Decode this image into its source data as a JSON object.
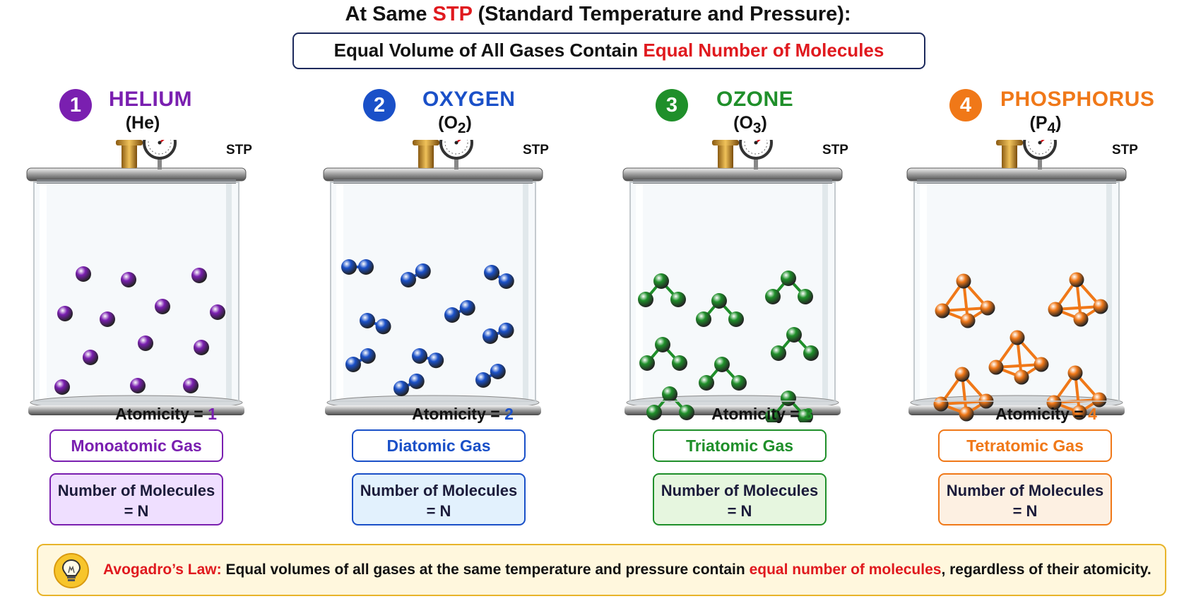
{
  "header": {
    "title_pre": "At Same ",
    "title_highlight": "STP",
    "title_post": " (Standard Temperature and Pressure):",
    "subtitle_pre": "Equal Volume of All Gases Contain ",
    "subtitle_highlight": "Equal Number of Molecules"
  },
  "colors": {
    "highlight_red": "#e0191e",
    "helium": "#7a1fb0",
    "oxygen": "#1a50c8",
    "ozone": "#1f8f2a",
    "phosphorus": "#f07818"
  },
  "gases": [
    {
      "number": "1",
      "name": "HELIUM",
      "formula_open": "(He",
      "formula_sub": "",
      "formula_close": ")",
      "stp": "STP",
      "atomicity_label": "Atomicity = ",
      "atomicity_value": "1",
      "type": "Monoatomic Gas",
      "molecules_line1": "Number of Molecules",
      "molecules_line2": "= N",
      "color": "#7a1fb0",
      "light": "#efdfff",
      "molecule_shape": "monoatomic",
      "molecule_icon": "helium-atom-icon"
    },
    {
      "number": "2",
      "name": "OXYGEN",
      "formula_open": "(O",
      "formula_sub": "2",
      "formula_close": ")",
      "stp": "STP",
      "atomicity_label": "Atomicity = ",
      "atomicity_value": "2",
      "type": "Diatomic Gas",
      "molecules_line1": "Number of Molecules",
      "molecules_line2": "= N",
      "color": "#1a50c8",
      "light": "#e2f1fd",
      "molecule_shape": "diatomic",
      "molecule_icon": "oxygen-molecule-icon"
    },
    {
      "number": "3",
      "name": "OZONE",
      "formula_open": "(O",
      "formula_sub": "3",
      "formula_close": ")",
      "stp": "STP",
      "atomicity_label": "Atomicity = ",
      "atomicity_value": "3",
      "type": "Triatomic Gas",
      "molecules_line1": "Number of Molecules",
      "molecules_line2": "= N",
      "color": "#1f8f2a",
      "light": "#e6f6df",
      "molecule_shape": "triatomic",
      "molecule_icon": "ozone-molecule-icon"
    },
    {
      "number": "4",
      "name": "PHOSPHORUS",
      "formula_open": "(P",
      "formula_sub": "4",
      "formula_close": ")",
      "stp": "STP",
      "atomicity_label": "Atomicity = ",
      "atomicity_value": "4",
      "type": "Tetratomic Gas",
      "molecules_line1": "Number of Molecules",
      "molecules_line2": "= N",
      "color": "#f07818",
      "light": "#fdf0e2",
      "molecule_shape": "tetratomic",
      "molecule_icon": "phosphorus-molecule-icon"
    }
  ],
  "law": {
    "icon": "lightbulb-icon",
    "label": "Avogadro’s Law:",
    "text_pre": " Equal volumes of all gases at the same temperature and pressure contain ",
    "text_highlight": "equal number of molecules",
    "text_post": ", regardless of their atomicity."
  }
}
